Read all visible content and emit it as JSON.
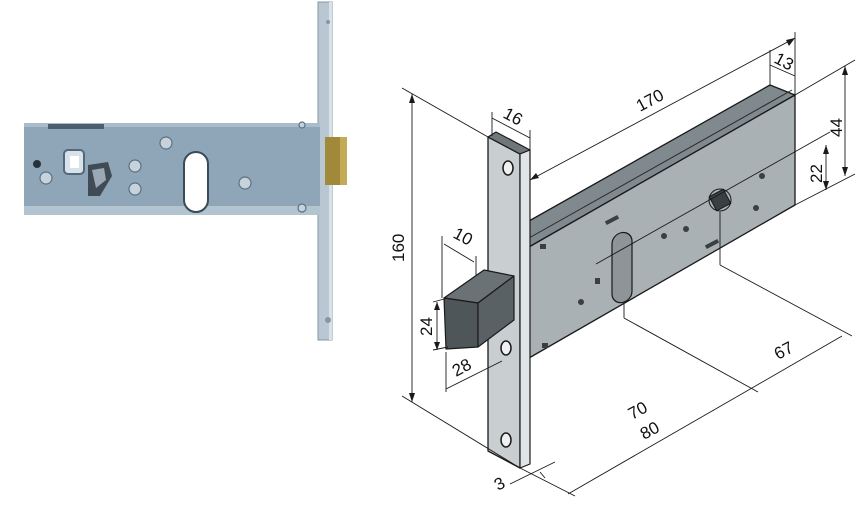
{
  "photo": {
    "label": "lock-photo",
    "colors": {
      "body": "#8fa5b8",
      "body_dark": "#6f8699",
      "faceplate": "#b9c7d2",
      "latch": "#a08a3a",
      "slot": "#ffffff"
    }
  },
  "drawing": {
    "label": "technical-drawing",
    "colors": {
      "body_front": "#a9b1b5",
      "body_top": "#7f898e",
      "faceplate": "#c9ced0",
      "latch": "#4f5659",
      "line": "#1a1a1a"
    },
    "dimensions": {
      "height_total": "160",
      "faceplate_width": "16",
      "body_length": "170",
      "body_thickness": "13",
      "body_height": "44",
      "center_offset": "22",
      "latch_depth": "10",
      "latch_height": "24",
      "latch_projection": "28",
      "faceplate_thickness": "3",
      "backset_1": "70",
      "backset_2": "80",
      "handle_to_cylinder": "67"
    }
  }
}
